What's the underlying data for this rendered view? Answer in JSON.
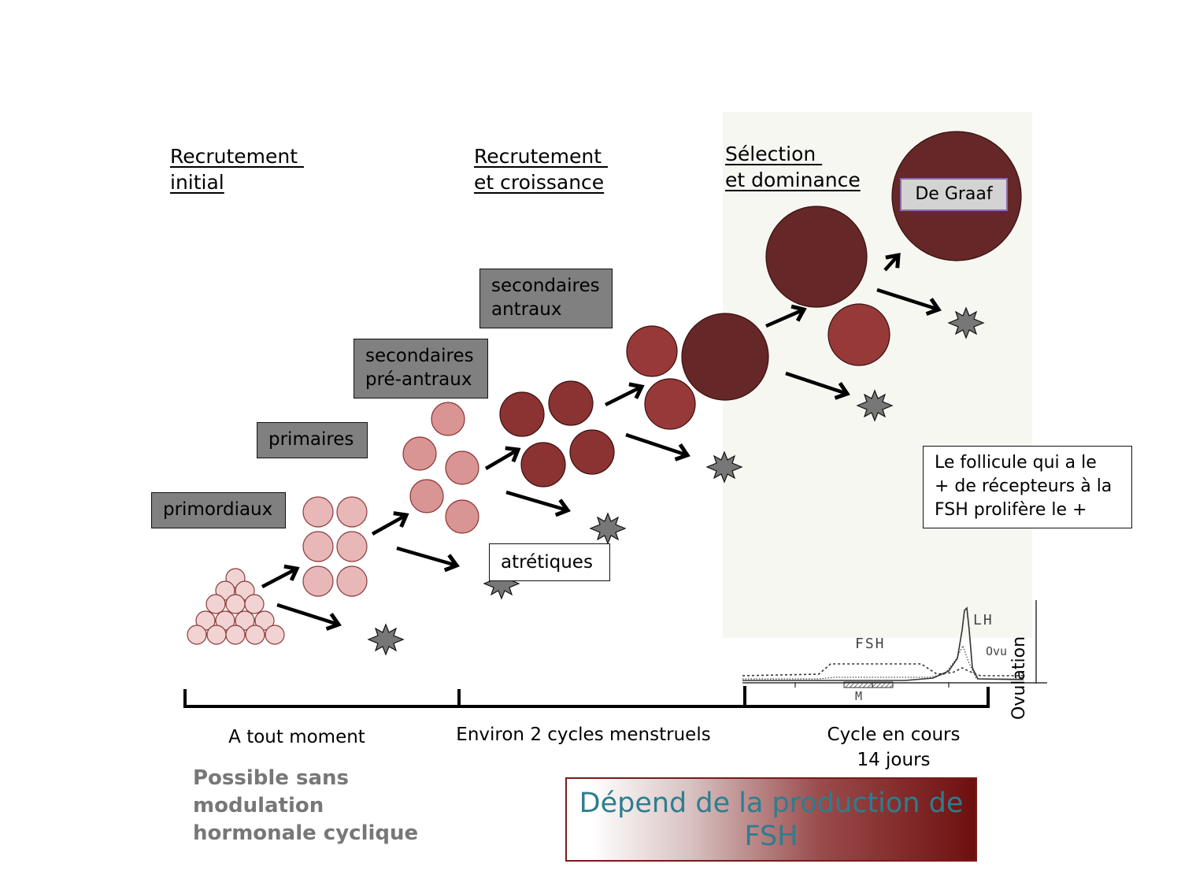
{
  "stages": {
    "initial": [
      "Recrutement ",
      "initial"
    ],
    "croissance": [
      "Recrutement ",
      "et croissance"
    ],
    "dominance": [
      "Sélection ",
      "et dominance"
    ]
  },
  "labels": {
    "primordiaux": "primordiaux",
    "primaires": "primaires",
    "preantraux": [
      "secondaires",
      "pré-antraux"
    ],
    "antraux": [
      "secondaires",
      "antraux"
    ],
    "atretiques": "atrétiques",
    "degraaf": "De Graaf"
  },
  "callout": [
    "Le follicule qui a le",
    "+ de récepteurs à la",
    "FSH prolifère le +"
  ],
  "timeline": {
    "period1": "A tout moment",
    "period2": "Environ 2 cycles menstruels",
    "period3": [
      "Cycle en cours",
      "14 jours"
    ]
  },
  "hormones": {
    "fsh": "FSH",
    "lh": "LH",
    "ovu": "Ovu",
    "m": "M",
    "ovulation": "Ovulation"
  },
  "notes": {
    "sans_modulation": [
      "Possible sans",
      "modulation",
      "hormonale cyclique"
    ],
    "fsh_dependence": [
      "Dépend de la production de",
      "FSH"
    ]
  },
  "colors": {
    "light": "#e8c0c0",
    "pink": "#d99494",
    "medium": "#8b3232",
    "bright": "#973939",
    "dark": "#652727",
    "atretic": "#777777",
    "panel": "#f6f7f1",
    "fsh_text": "#2e7d8f",
    "note_gray": "#777777"
  }
}
